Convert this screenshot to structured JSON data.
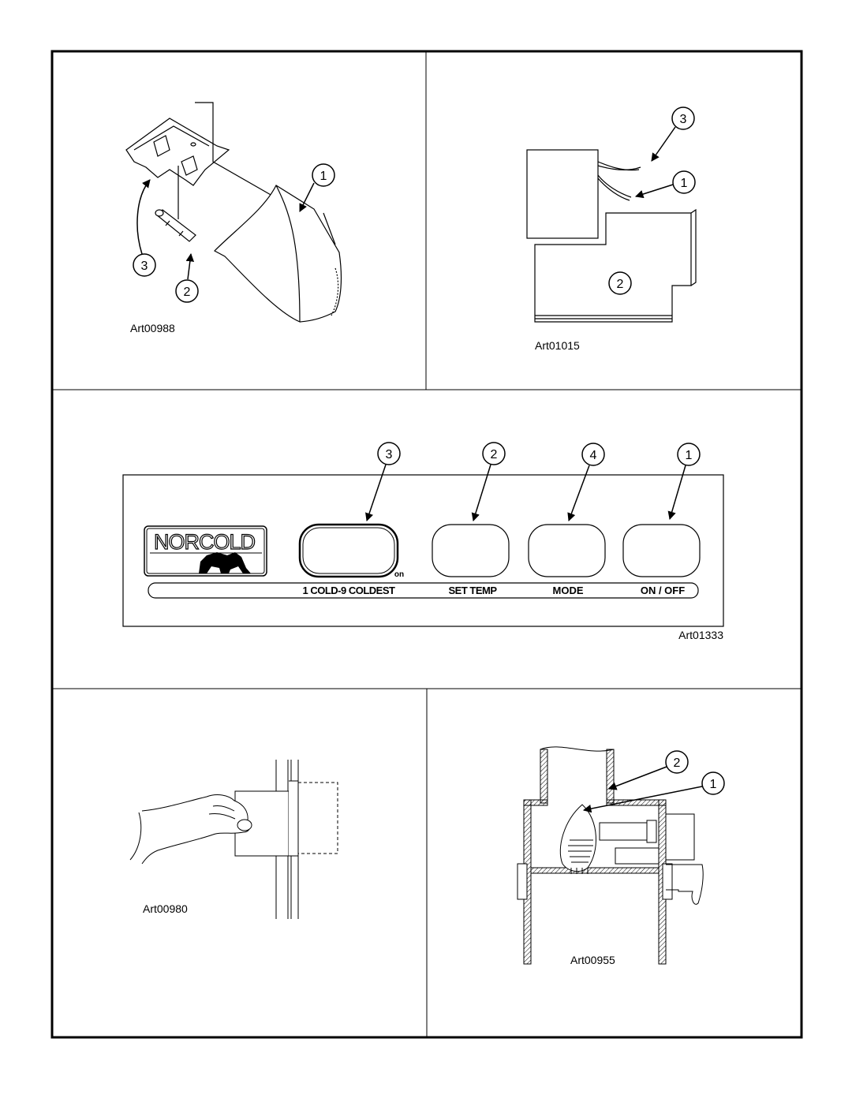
{
  "panels": {
    "top_left": {
      "art_label": "Art00988",
      "callouts": [
        "1",
        "2",
        "3"
      ]
    },
    "top_right": {
      "art_label": "Art01015",
      "callouts": [
        "3",
        "1",
        "2"
      ]
    },
    "middle": {
      "art_label": "Art01333",
      "callouts": [
        "3",
        "2",
        "4",
        "1"
      ],
      "logo": "NORCOLD",
      "on_indicator": "on",
      "button_labels": [
        "1 COLD-9 COLDEST",
        "SET TEMP",
        "MODE",
        "ON / OFF"
      ]
    },
    "bottom_left": {
      "art_label": "Art00980"
    },
    "bottom_right": {
      "art_label": "Art00955",
      "callouts": [
        "2",
        "1"
      ]
    }
  }
}
